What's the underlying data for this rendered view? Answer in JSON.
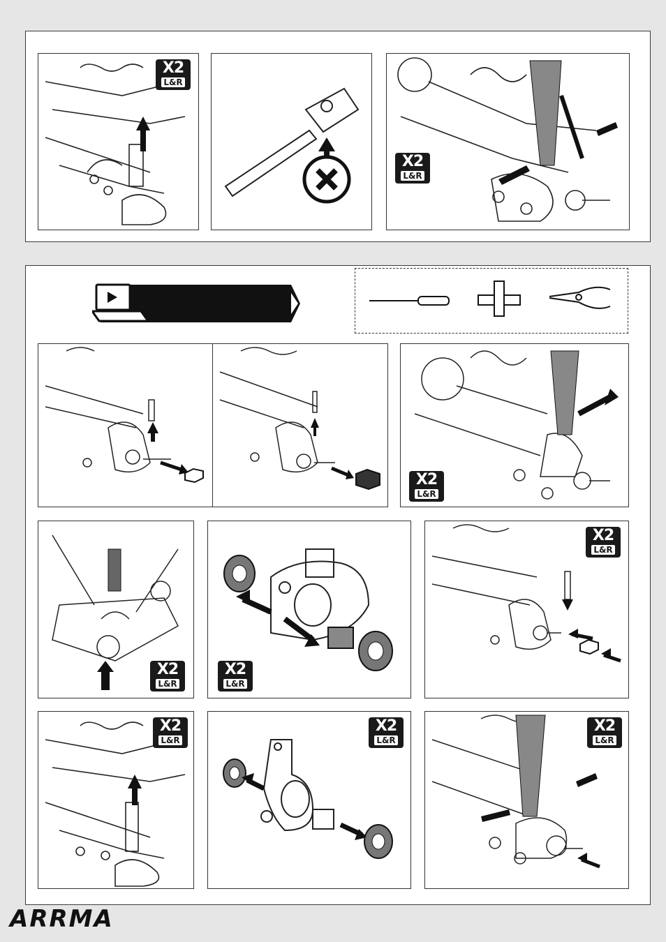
{
  "brand": {
    "logo_text": "ARRMA"
  },
  "badges": {
    "big": "X2",
    "small": "L&R"
  },
  "colors": {
    "ink": "#1a1a1a",
    "frame": "#333333",
    "sheet": "#e6e6e6"
  },
  "icons": {
    "video": "laptop-play-icon",
    "tools": [
      "screwdriver-icon",
      "cross-wrench-icon",
      "needle-nose-pliers-icon"
    ],
    "no": "x-circle-icon"
  }
}
